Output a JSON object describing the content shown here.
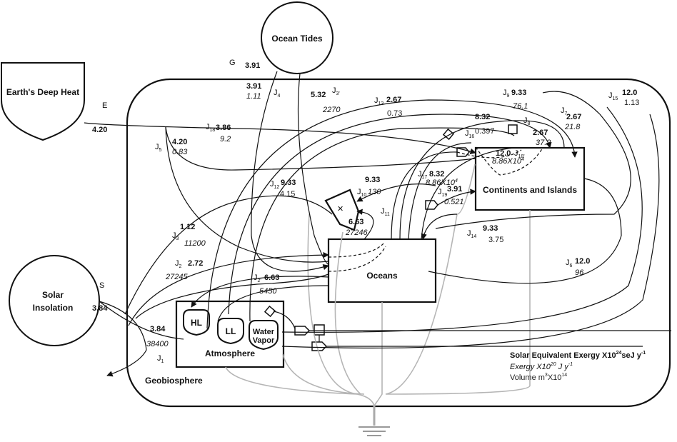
{
  "sources": {
    "deep_heat": "Earth's Deep Heat",
    "ocean_tides": "Ocean Tides",
    "solar_line1": "Solar",
    "solar_line2": "Insolation"
  },
  "letters": {
    "S": "S",
    "E": "E",
    "G": "G"
  },
  "source_values": {
    "solar": "3.84",
    "deep_heat": "4.20",
    "tides": "3.91"
  },
  "boxes": {
    "continents": "Continents and Islands",
    "oceans": "Oceans",
    "atmosphere": "Atmosphere",
    "geobiosphere": "Geobiosphere"
  },
  "tanks": {
    "hl": "HL",
    "ll": "LL",
    "wv1": "Water",
    "wv2": "Vapor"
  },
  "legend": {
    "line1": "Solar Equivalent Exergy X10",
    "line1_sup": "24",
    "line1_tail": "seJ y",
    "line1_sup2": "-1",
    "line2": "Exergy X10",
    "line2_sup": "20",
    "line2_tail": " J y",
    "line2_sup2": "-1",
    "line3": "Volume m",
    "line3_sup": "3",
    "line3_mid": "X10",
    "line3_sup2": "14"
  },
  "flows": [
    {
      "id": "J",
      "sub": "1",
      "bold": "3.84",
      "italic": "38400",
      "plain": ""
    },
    {
      "id": "J",
      "sub": "2",
      "bold": "2.72",
      "italic": "27245",
      "plain": ""
    },
    {
      "id": "J",
      "sub": "2'",
      "bold": "6.63",
      "italic": "5450",
      "plain": ""
    },
    {
      "id": "J",
      "sub": "3",
      "bold": "1.12",
      "italic": "11200",
      "plain": ""
    },
    {
      "id": "J",
      "sub": "3'",
      "bold": "5.32",
      "italic": "2270",
      "plain": ""
    },
    {
      "id": "J",
      "sub": "4",
      "bold": "3.91",
      "italic": "1.11",
      "plain": ""
    },
    {
      "id": "J",
      "sub": "5",
      "bold": "4.20",
      "italic": "0.83",
      "plain": ""
    },
    {
      "id": "J",
      "sub": "6",
      "bold": "12.0",
      "italic": "96",
      "plain": ""
    },
    {
      "id": "J",
      "sub": "7",
      "bold": "2.67",
      "italic": "21.8",
      "plain": ""
    },
    {
      "id": "J",
      "sub": "8",
      "bold": "2.67",
      "italic": "37.2",
      "plain": ""
    },
    {
      "id": "J",
      "sub": "9",
      "bold": "9.33",
      "italic": "76.1",
      "plain": ""
    },
    {
      "id": "J",
      "sub": "10",
      "bold": "9.33",
      "italic": "130",
      "plain": ""
    },
    {
      "id": "J",
      "sub": "11",
      "bold": "6.63",
      "italic": "27246",
      "plain": ""
    },
    {
      "id": "J",
      "sub": "12",
      "bold": "9.33",
      "italic": "",
      "plain": "4.15"
    },
    {
      "id": "J",
      "sub": "13",
      "bold": "2.67",
      "italic": "",
      "plain": "0.73"
    },
    {
      "id": "J",
      "sub": "14",
      "bold": "9.33",
      "italic": "",
      "plain": "3.75"
    },
    {
      "id": "J",
      "sub": "15",
      "bold": "12.0",
      "italic": "",
      "plain": "1.13"
    },
    {
      "id": "J",
      "sub": "16",
      "bold": "8.32",
      "italic": "",
      "plain": "0.397"
    },
    {
      "id": "J",
      "sub": "17",
      "bold": "8.32",
      "italic": "8.86X10",
      "plain": ""
    },
    {
      "id": "J",
      "sub": "18",
      "bold": "3.86",
      "italic": "9.2",
      "plain": ""
    },
    {
      "id": "J",
      "sub": "18'",
      "bold": "12.0",
      "italic": "8.86X10",
      "plain": ""
    },
    {
      "id": "J",
      "sub": "19",
      "bold": "3.91",
      "italic": "0.521",
      "plain": ""
    }
  ],
  "sci_sup": "4"
}
